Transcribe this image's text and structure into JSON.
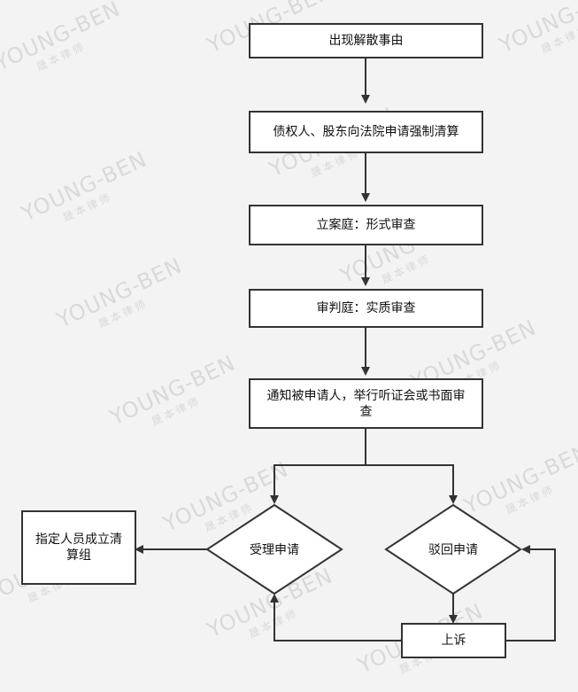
{
  "watermark": {
    "brand": "YOUNG-BEN",
    "sub": "晟本律师",
    "color": "#d9d9d9"
  },
  "colors": {
    "line": "#333333",
    "box_fill": "#ffffff",
    "background": "#f3f3f3"
  },
  "nodes": {
    "dissolution_cause": "出现解散事由",
    "apply_liquidation": "债权人、股东向法院申请强制清算",
    "filing_review": "立案庭：形式审查",
    "trial_review": "审判庭：实质审查",
    "notify_hearing": "通知被申请人，举行听证会或书面审查",
    "accept": "受理申请",
    "reject": "驳回申请",
    "appoint_group": "指定人员成立清算组",
    "appeal": "上诉"
  }
}
